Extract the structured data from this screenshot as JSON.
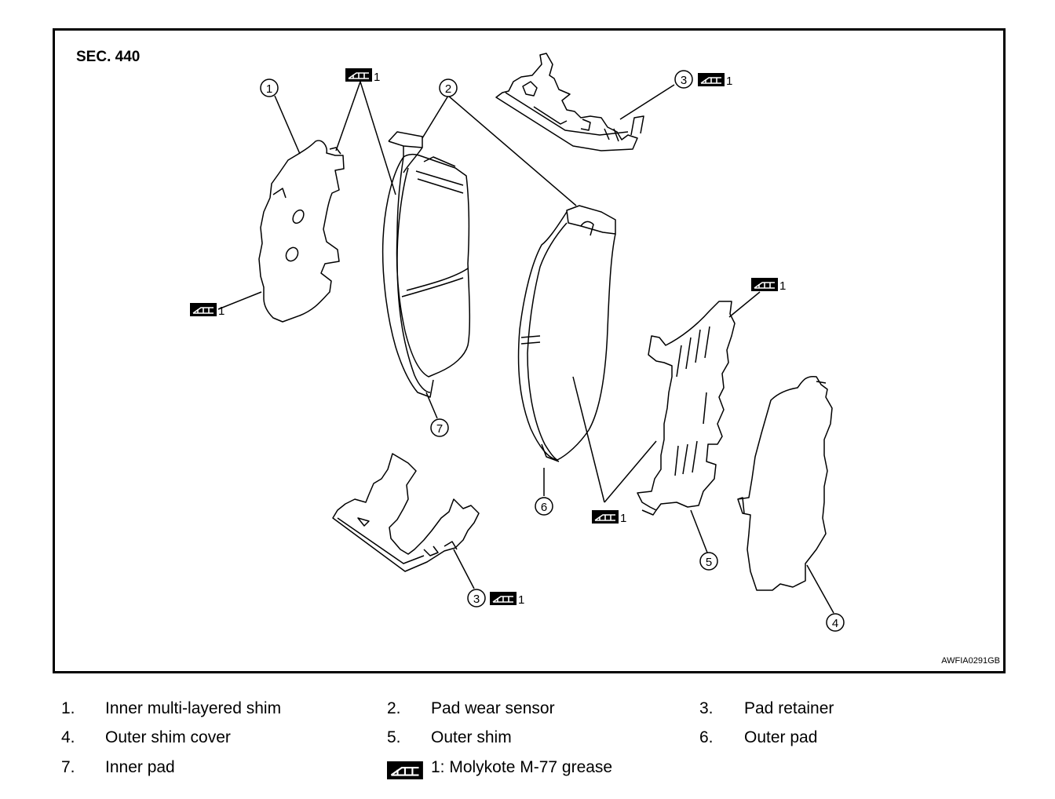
{
  "diagram": {
    "section_label": "SEC. 440",
    "figure_code": "AWFIA0291GB",
    "callouts": [
      {
        "id": "callout-1",
        "text": "1"
      },
      {
        "id": "callout-2",
        "text": "2"
      },
      {
        "id": "callout-3-top",
        "text": "3"
      },
      {
        "id": "callout-3-bottom",
        "text": "3"
      },
      {
        "id": "callout-4",
        "text": "4"
      },
      {
        "id": "callout-5",
        "text": "5"
      },
      {
        "id": "callout-6",
        "text": "6"
      },
      {
        "id": "callout-7",
        "text": "7"
      }
    ],
    "grease_ref": "1"
  },
  "legend": {
    "items": [
      {
        "num": "1.",
        "label": "Inner multi-layered shim"
      },
      {
        "num": "2.",
        "label": "Pad wear sensor"
      },
      {
        "num": "3.",
        "label": "Pad retainer"
      },
      {
        "num": "4.",
        "label": "Outer shim cover"
      },
      {
        "num": "5.",
        "label": "Outer shim"
      },
      {
        "num": "6.",
        "label": "Outer pad"
      },
      {
        "num": "7.",
        "label": "Inner pad"
      }
    ],
    "grease_note": "1: Molykote M-77 grease"
  },
  "colors": {
    "line": "#000000",
    "background": "#ffffff"
  },
  "icons": {
    "grease_symbol": "grease-symbol-icon"
  }
}
